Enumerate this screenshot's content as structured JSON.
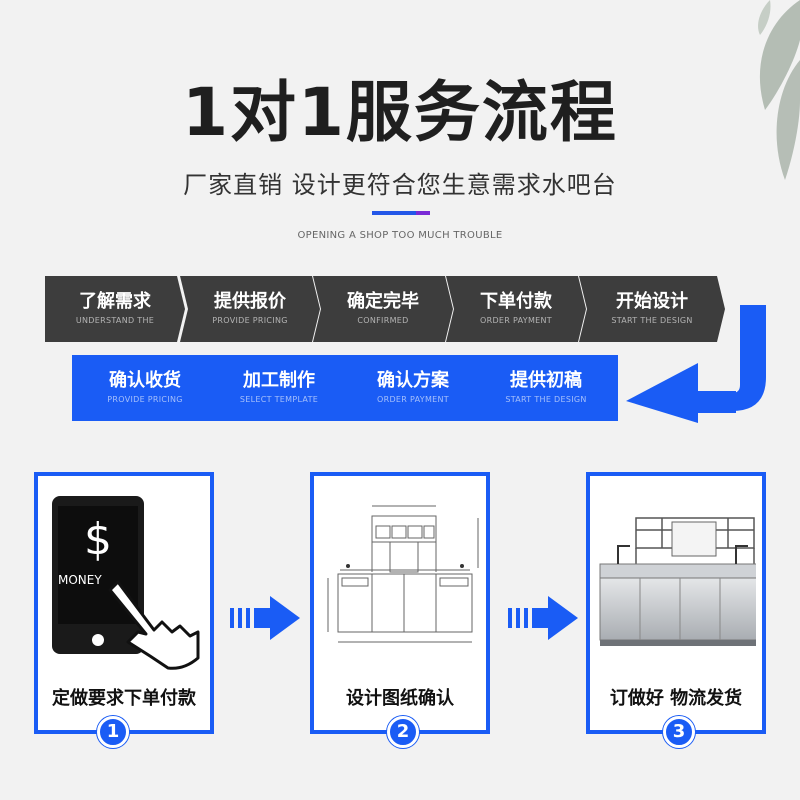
{
  "header": {
    "title": "1对1服务流程",
    "subtitle": "厂家直销 设计更符合您生意需求水吧台",
    "en_subtitle": "OPENING A SHOP TOO MUCH TROUBLE"
  },
  "process": {
    "row1": [
      {
        "zh": "了解需求",
        "en": "UNDERSTAND THE"
      },
      {
        "zh": "提供报价",
        "en": "PROVIDE PRICING"
      },
      {
        "zh": "确定完毕",
        "en": "CONFIRMED"
      },
      {
        "zh": "下单付款",
        "en": "ORDER PAYMENT"
      },
      {
        "zh": "开始设计",
        "en": "START THE DESIGN"
      }
    ],
    "row2": [
      {
        "zh": "确认收货",
        "en": "PROVIDE PRICING"
      },
      {
        "zh": "加工制作",
        "en": "SELECT TEMPLATE"
      },
      {
        "zh": "确认方案",
        "en": "ORDER PAYMENT"
      },
      {
        "zh": "提供初稿",
        "en": "START THE DESIGN"
      }
    ]
  },
  "cards": [
    {
      "caption": "定做要求下单付款",
      "number": "1",
      "phone_symbol": "$",
      "phone_text": "MONEY"
    },
    {
      "caption": "设计图纸确认",
      "number": "2"
    },
    {
      "caption": "订做好 物流发货",
      "number": "3"
    }
  ],
  "colors": {
    "accent_blue": "#1a5cf5",
    "dark_step": "#3d3d3d",
    "purple": "#7a2bd6"
  }
}
